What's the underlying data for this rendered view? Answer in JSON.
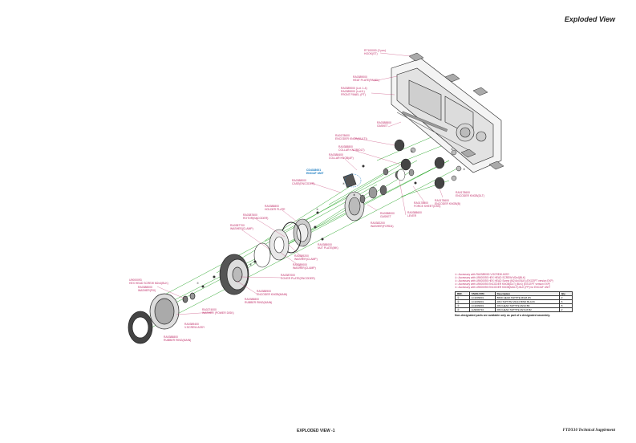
{
  "page": {
    "title": "Exploded View",
    "footer_center": "EXPLODED VIEW -1",
    "footer_right": "FTDX10 Technical Supplement"
  },
  "labels": {
    "l1a": "R7100000 (2 pcs)",
    "l1b": "HOOK(ST)",
    "l2a": "RA0389000",
    "l2b": "HEAT PLATE(PANEL)",
    "l3a": "RA0389000 (Lot. 1-4)",
    "l3b": "RA0389000 (Lot.5-)",
    "l3c": "FRONT PANEL (PT)",
    "l4a": "RA0388800",
    "l4b": "GASKET",
    "l5a": "RA0178600",
    "l5b": "ENCODER KNOB(MULTI)",
    "l6a": "RA0388800",
    "l6b": "COLLAR KNOB(DLT)",
    "l7a": "RA0388400",
    "l7b": "COLLAR KNOB(AF)",
    "l8a": "CD4338001",
    "l8b": "ENC/AF UNIT",
    "l9a": "RA0388000",
    "l9b": "CASE(ENCODER)",
    "l10a": "RA0388800",
    "l10b": "HOLDER PLATE",
    "l11a": "RA0387600",
    "l11b": "ROTOR(ENCODER)",
    "l12a": "RA0387700",
    "l12b": "WASHER(CLAMP)",
    "l13a": "RA0388000",
    "l13b": "NUT PLATE(MK)",
    "l14a": "RA0389200",
    "l14b": "WASHER(CLAMP)",
    "l15a": "RA0389000",
    "l15b": "WASHER(CLAMP)",
    "l16a": "RA0387000",
    "l16b": "COVER PLATE(ENCODER)",
    "l17a": "RA0388900",
    "l17b": "ENCODER KNOB(MAIN)",
    "l18a": "RA0388800",
    "l18b": "RUBBER RING(MAIN)",
    "l19a": "U9000093",
    "l19b": "HEX HEAD SCREW M2x4(BLK)",
    "l20a": "RA0388000",
    "l20b": "WASHER(FIX)",
    "l21a": "RA0274000",
    "l21b": "WASHER (POWER DISK)",
    "l22a": "RA0389400",
    "l22b": "V.SCREW ASSY",
    "l23a": "RA0388800",
    "l23b": "RUBBER RING(MAIN)",
    "l24a": "RA0388000",
    "l24b": "GASKET",
    "l25a": "RA0382200",
    "l25b": "WASHER(FORD4)",
    "l26a": "RA0388600",
    "l26b": "LEVER",
    "l27a": "RA0178600",
    "l27b": "FORCE SHEET(DSS)",
    "l28a": "RA0178600",
    "l28b": "ENCODER KNOB(B)",
    "l29a": "RA0178600",
    "l29b": "ENCODER KNOB(DLT)",
    "n1": "①",
    "n2": "②",
    "n3": "③",
    "n4": "④",
    "n5": "⑤",
    "n6": "⑥",
    "n7": "⑦",
    "n8": "⑧"
  },
  "notes": {
    "n1": "①: Accessory with RA0389000 V.SCREW ASSY",
    "n2": "②: Accessory with U9000093 HEX HEAD SCREW M2x4(BLK)",
    "n3": "③: Accessory with U9000093 HEX HEAD Screw (M2.6x4 BLK) (EXCEPT version EXP)",
    "n4": "④: Accessory with U9000093 ENCODER KNOB(DLT) (BLK) (EXCEPT version EXP)",
    "n5": "⑤: Accessory with U9000093 ENCODER KNOB(MULTI) BLK (PP) for ENC/AF UNIT",
    "bottom": "Non-designated parts are available only as part of a designated assembly."
  },
  "table": {
    "headers": [
      "REF.",
      "YAESU P/N",
      "Description",
      "Qty."
    ],
    "rows": [
      [
        "①",
        "LC4209001",
        "BIND HEAD TAPTITE M3x8 ZN",
        "3"
      ],
      [
        "②",
        "LC4209001",
        "PAN TAPTITE M3x10 BIND BLACK",
        "6"
      ],
      [
        "③",
        "LC4209001",
        "PAN HEAD TAPTITE M2x6 BK",
        "8"
      ],
      [
        "④",
        "LH9000710",
        "PAN HEAD TAPTITE M2.6x6 B2",
        "2"
      ]
    ]
  }
}
